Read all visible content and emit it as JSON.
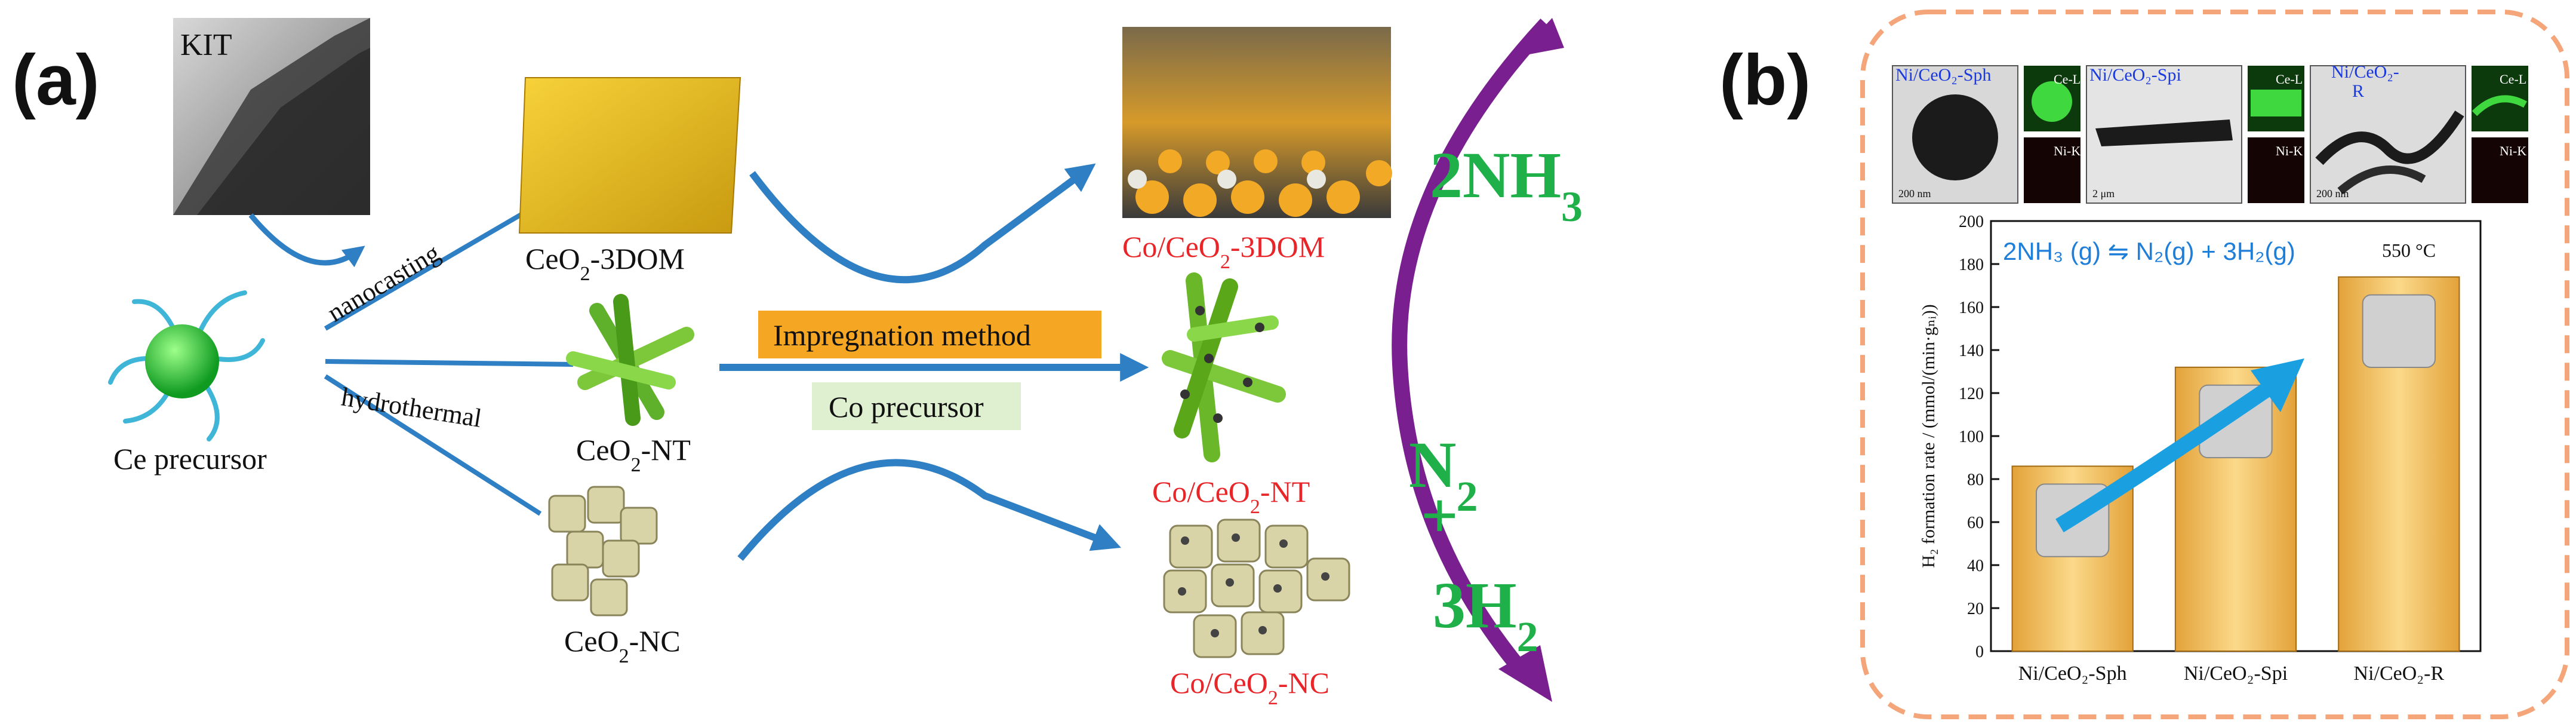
{
  "panel_a": {
    "panel_label": "(a)",
    "tem_label": "KIT",
    "precursor_label": "Ce precursor",
    "route_nanocasting": "nanocasting",
    "route_hydrothermal": "hydrothermal",
    "support_3dom": {
      "prefix": "CeO",
      "sub": "2",
      "suffix": "-3DOM"
    },
    "support_nt": {
      "prefix": "CeO",
      "sub": "2",
      "suffix": "-NT"
    },
    "support_nc": {
      "prefix": "CeO",
      "sub": "2",
      "suffix": "-NC"
    },
    "method_label": "Impregnation method",
    "co_precursor_label": "Co precursor",
    "catalyst_3dom": {
      "prefix": "Co/CeO",
      "sub": "2",
      "suffix": "-3DOM"
    },
    "catalyst_nt": {
      "prefix": "Co/CeO",
      "sub": "2",
      "suffix": "-NT"
    },
    "catalyst_nc": {
      "prefix": "Co/CeO",
      "sub": "2",
      "suffix": "-NC"
    },
    "reactant": {
      "prefix": "2NH",
      "sub": "3"
    },
    "products_n2": {
      "prefix": "N",
      "sub": "2"
    },
    "products_plus": "+",
    "products_h2": {
      "prefix": "3H",
      "sub": "2"
    }
  },
  "panel_b": {
    "panel_label": "(b)",
    "tem_1": "Ni/CeO₂-Sph",
    "tem_2": "Ni/CeO₂-Spi",
    "tem_3": "Ni/CeO₂-",
    "tem_3_line2": "R",
    "map_ce": "Ce-L",
    "map_ni": "Ni-K",
    "scale_1": "200 nm",
    "scale_2": "2 μm",
    "scale_3": "200 nm",
    "equation": "2NH₃ (g) ⇋ N₂(g) + 3H₂(g)",
    "temperature": "550 °C"
  },
  "chart_data": {
    "type": "bar",
    "categories": [
      "Ni/CeO₂-Sph",
      "Ni/CeO₂-Spi",
      "Ni/CeO₂-R"
    ],
    "values": [
      86,
      132,
      174
    ],
    "title": "",
    "xlabel": "",
    "ylabel": "H₂ formation rate / (mmol/(min·gₙᵢ))",
    "ylim": [
      0,
      200
    ],
    "yticks": [
      0,
      20,
      40,
      60,
      80,
      100,
      120,
      140,
      160,
      180,
      200
    ],
    "bar_color": "#e8a93a"
  },
  "colors": {
    "blue_arrow": "#2f7fc4",
    "red_text": "#e8262a",
    "green_text": "#1fb04a",
    "purple_arrow": "#7a1f8f",
    "dashed_border": "#f4a57a",
    "method_box": "#f5a623",
    "precursor_box": "#dff0d0"
  }
}
